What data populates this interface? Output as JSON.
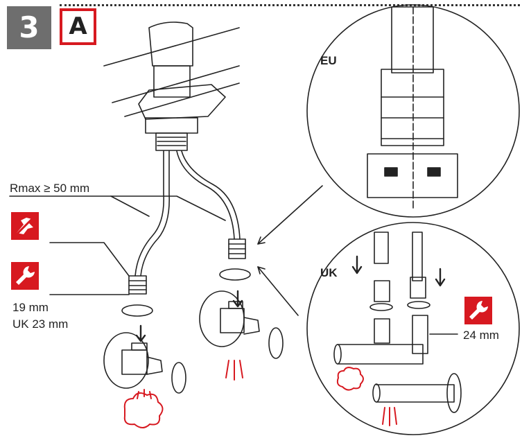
{
  "header": {
    "step_number": "3",
    "variant_label": "A"
  },
  "labels": {
    "hose_length": "Rmax ≥ 50 mm",
    "wrench_size": "19 mm",
    "wrench_size_uk": "UK 23 mm",
    "detail_eu": "EU",
    "detail_uk": "UK",
    "wrench_size_detail": "24 mm"
  },
  "icons": {
    "no_tool_badge": "hand-tighten-icon",
    "wrench_badge": "wrench-icon",
    "wrench_badge_detail": "wrench-icon"
  },
  "colors": {
    "accent": "#d71920",
    "step_box": "#6e6e6e",
    "line": "#222222"
  }
}
